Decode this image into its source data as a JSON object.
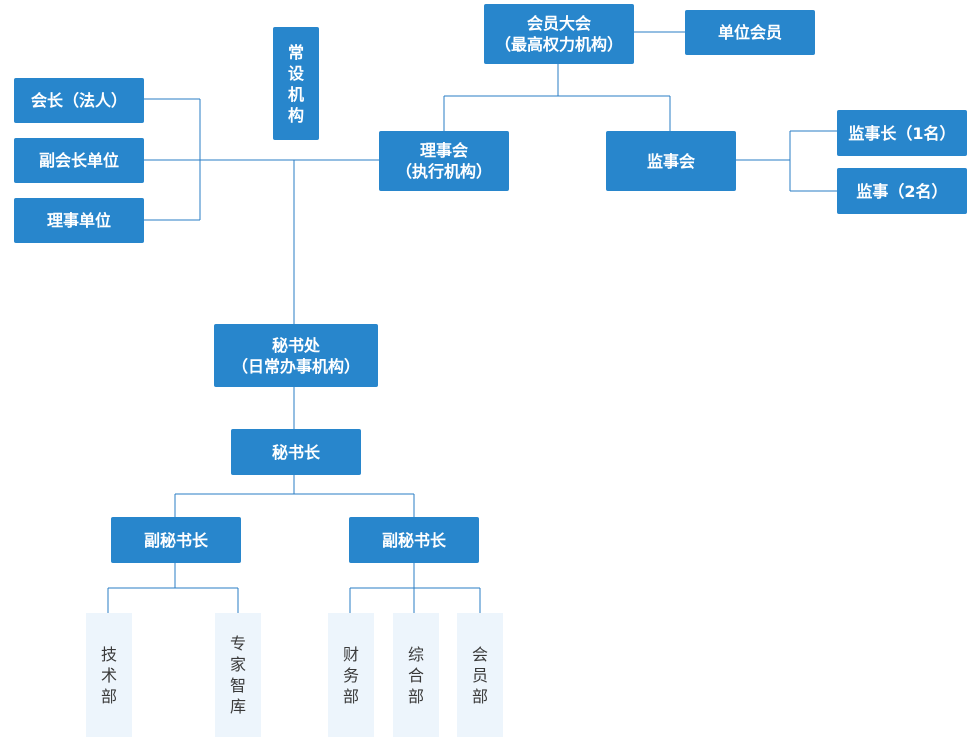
{
  "assembly": {
    "line1": "会员大会",
    "line2": "（最高权力机构）"
  },
  "unit_member": "单位会员",
  "standing": "常设机构",
  "president": "会长（法人）",
  "vice_president_unit": "副会长单位",
  "director_unit": "理事单位",
  "council": {
    "line1": "理事会",
    "line2": "（执行机构）"
  },
  "supervisory_board": "监事会",
  "chief_supervisor": "监事长（1名）",
  "supervisors": "监事（2名）",
  "secretariat": {
    "line1": "秘书处",
    "line2": "（日常办事机构）"
  },
  "secretary_general": "秘书长",
  "deputy_secretaries": [
    "副秘书长",
    "副秘书长"
  ],
  "departments": [
    "技术部",
    "专家智库",
    "财务部",
    "综合部",
    "会员部"
  ],
  "colors": {
    "box": "#2886cc",
    "line": "#2a7cc4",
    "dept_bg": "#edf5fc",
    "dept_text": "#3a3a3a"
  }
}
